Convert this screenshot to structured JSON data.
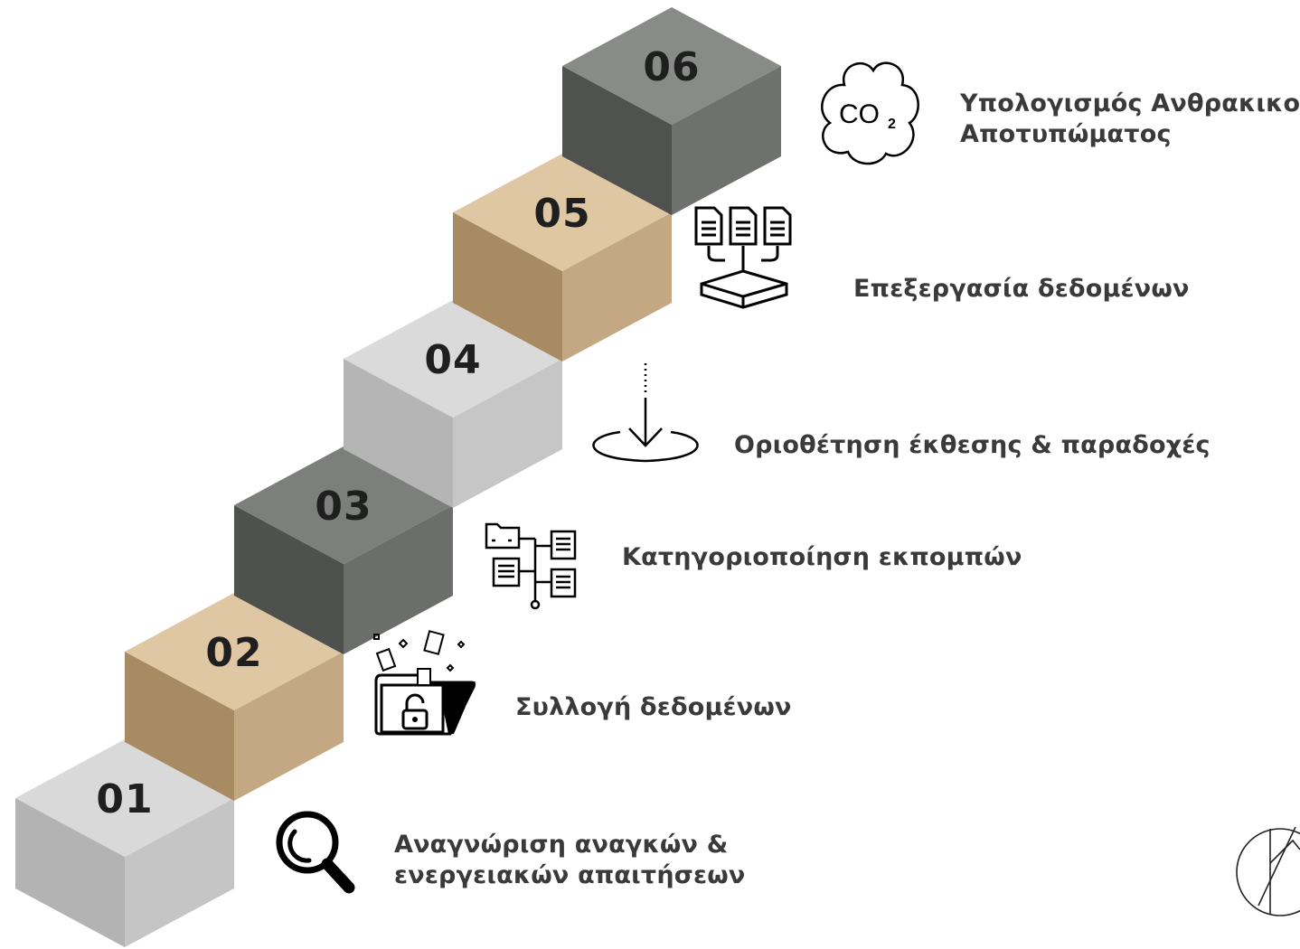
{
  "steps": [
    {
      "number": "01",
      "label_lines": [
        "Αναγνώριση αναγκών &",
        "ενεργειακών απαιτήσεων"
      ],
      "icon": "magnifier-icon",
      "colors": {
        "top": "#d9d9d9",
        "left": "#b3b3b3",
        "right": "#c5c5c5"
      }
    },
    {
      "number": "02",
      "label_lines": [
        "Συλλογή δεδομένων"
      ],
      "icon": "open-folder-lock-icon",
      "colors": {
        "top": "#dfc7a4",
        "left": "#a88b63",
        "right": "#c4a883"
      }
    },
    {
      "number": "03",
      "label_lines": [
        "Κατηγοριοποίηση εκπομπών"
      ],
      "icon": "file-hierarchy-icon",
      "colors": {
        "top": "#7c7f7c",
        "left": "#4f514f",
        "right": "#6b6e6b"
      }
    },
    {
      "number": "04",
      "label_lines": [
        "Οριοθέτηση έκθεσης & παραδοχές"
      ],
      "icon": "boundary-arrow-icon",
      "colors": {
        "top": "#dadada",
        "left": "#b5b5b5",
        "right": "#c6c6c6"
      }
    },
    {
      "number": "05",
      "label_lines": [
        "Επεξεργασία δεδομένων"
      ],
      "icon": "documents-to-tray-icon",
      "colors": {
        "top": "#dfc7a4",
        "left": "#a88b63",
        "right": "#c4a883"
      }
    },
    {
      "number": "06",
      "label_lines": [
        "Υπολογισμός Ανθρακικού",
        "Αποτυπώματος"
      ],
      "icon": "co2-cloud-icon",
      "colors": {
        "top": "#888b88",
        "left": "#505250",
        "right": "#6e716e"
      }
    }
  ],
  "co2": {
    "main": "CO",
    "sub": "2"
  },
  "logo_icon": "brand-logo-icon"
}
